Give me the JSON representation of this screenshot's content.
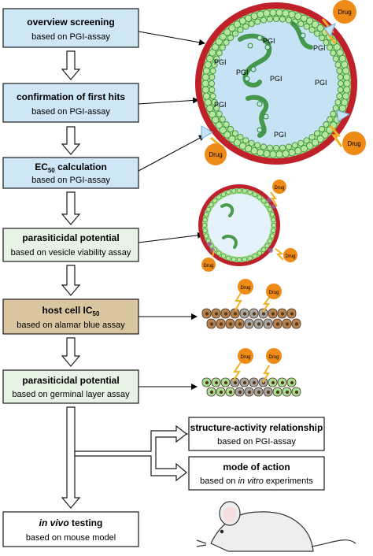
{
  "boxes": [
    {
      "id": "overview",
      "title": "overview screening",
      "subtitle": "based on PGI-assay",
      "fill": "#cfe6f7"
    },
    {
      "id": "confirmation",
      "title": "confirmation of first hits",
      "subtitle": "based on PGI-assay",
      "fill": "#cfe6f7"
    },
    {
      "id": "ec50",
      "title_main": "EC",
      "title_sub": "50",
      "title_rest": " calculation",
      "subtitle": "based on PGI-assay",
      "fill": "#cfe6f7"
    },
    {
      "id": "vesicle",
      "title": "parasiticidal potential",
      "subtitle": "based on vesicle viability assay",
      "fill": "#e7f3e4"
    },
    {
      "id": "ic50",
      "title_main": "host cell IC",
      "title_sub": "50",
      "subtitle": "based on alamar blue assay",
      "fill": "#d9c6a0"
    },
    {
      "id": "germinal",
      "title": "parasiticidal potential",
      "subtitle": "based on germinal layer assay",
      "fill": "#e7f3e4"
    },
    {
      "id": "sar",
      "title": "structure-activity relationship",
      "subtitle": "based on PGI-assay",
      "fill": "#ffffff"
    },
    {
      "id": "moa",
      "title": "mode of action",
      "subtitle_pre": "based on ",
      "subtitle_ital": "in vitro",
      "subtitle_post": " experiments",
      "fill": "#ffffff"
    },
    {
      "id": "invivo",
      "title_ital": "in vivo",
      "title_rest": " testing",
      "subtitle": "based on mouse model",
      "fill": "#ffffff"
    }
  ],
  "labels": {
    "drug": "Drug",
    "pgi": "PGI"
  },
  "colors": {
    "cyst_wall": "#c0202a",
    "cyst_fluid": "#c6e2f5",
    "germinal_cell": "#9fdc8a",
    "drug_circle": "#ee8a16",
    "bolt": "#f3b020",
    "host_cell": "#b78350",
    "dead_cell": "#9a9a9a",
    "arrow": "#000000",
    "border": "#1a1a1a"
  }
}
